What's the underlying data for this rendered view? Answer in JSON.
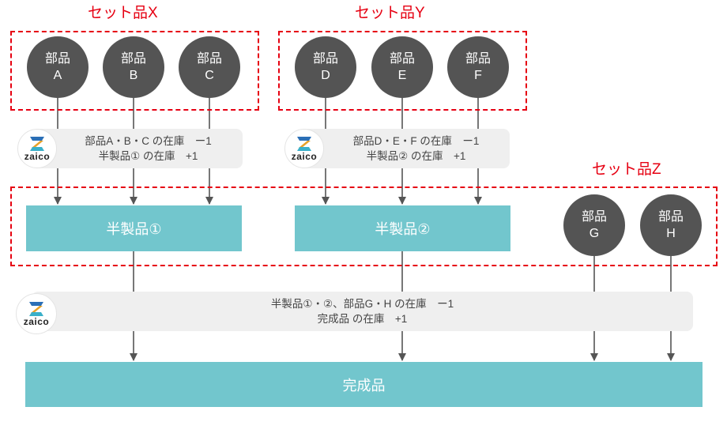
{
  "sets": {
    "x": {
      "label": "セット品X"
    },
    "y": {
      "label": "セット品Y"
    },
    "z": {
      "label": "セット品Z"
    }
  },
  "parts": {
    "a": {
      "line1": "部品",
      "line2": "A"
    },
    "b": {
      "line1": "部品",
      "line2": "B"
    },
    "c": {
      "line1": "部品",
      "line2": "C"
    },
    "d": {
      "line1": "部品",
      "line2": "D"
    },
    "e": {
      "line1": "部品",
      "line2": "E"
    },
    "f": {
      "line1": "部品",
      "line2": "F"
    },
    "g": {
      "line1": "部品",
      "line2": "G"
    },
    "h": {
      "line1": "部品",
      "line2": "H"
    }
  },
  "steps": {
    "step1": {
      "line1": "部品A・B・C の在庫　ー1",
      "line2": "半製品① の在庫　+1"
    },
    "step2": {
      "line1": "部品D・E・F の在庫　ー1",
      "line2": "半製品② の在庫　+1"
    },
    "step3": {
      "line1": "半製品①・②、部品G・H の在庫　ー1",
      "line2": "完成品 の在庫　+1"
    }
  },
  "logo": {
    "wordmark": "zaico",
    "mark_colors": [
      "#2b6fb6",
      "#e8a228",
      "#3ab0c9"
    ]
  },
  "blocks": {
    "semi1": "半製品①",
    "semi2": "半製品②",
    "final": "完成品"
  },
  "colors": {
    "set_outline": "#e60012",
    "part_circle": "#545454",
    "product_block": "#72c6cd",
    "step_bar": "#efefef",
    "connector": "#555555"
  }
}
